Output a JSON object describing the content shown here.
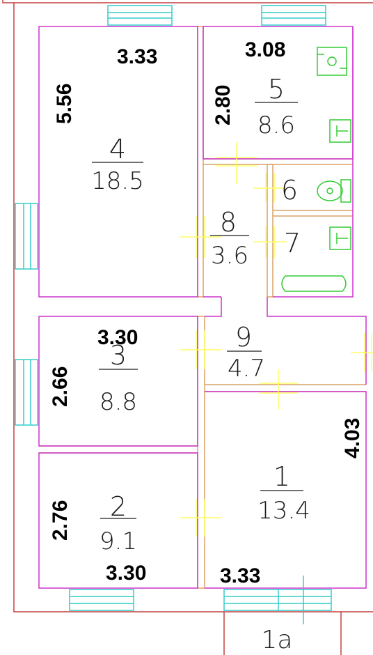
{
  "colors": {
    "outer_wall": "#c04040",
    "room_outline": "#cc33cc",
    "inner_wall": "#d9a066",
    "window": "#33cccc",
    "door_mark": "#ffff66",
    "fixture": "#33cc33"
  },
  "rooms": [
    {
      "id": "4",
      "number": "4",
      "area": "18.5",
      "width": "3.33",
      "length": "5.56"
    },
    {
      "id": "5",
      "number": "5",
      "area": "8.6",
      "width": "3.08",
      "length": "2.80"
    },
    {
      "id": "6",
      "number": "6"
    },
    {
      "id": "7",
      "number": "7"
    },
    {
      "id": "8",
      "number": "8",
      "area": "3.6"
    },
    {
      "id": "9",
      "number": "9",
      "area": "4.7"
    },
    {
      "id": "3",
      "number": "3",
      "area": "8.8",
      "width": "3.30",
      "length": "2.66"
    },
    {
      "id": "1",
      "number": "1",
      "area": "13.4",
      "width": "3.33",
      "length": "4.03"
    },
    {
      "id": "2",
      "number": "2",
      "area": "9.1",
      "width": "3.30",
      "length": "2.76"
    }
  ],
  "balcony_label": "1а"
}
